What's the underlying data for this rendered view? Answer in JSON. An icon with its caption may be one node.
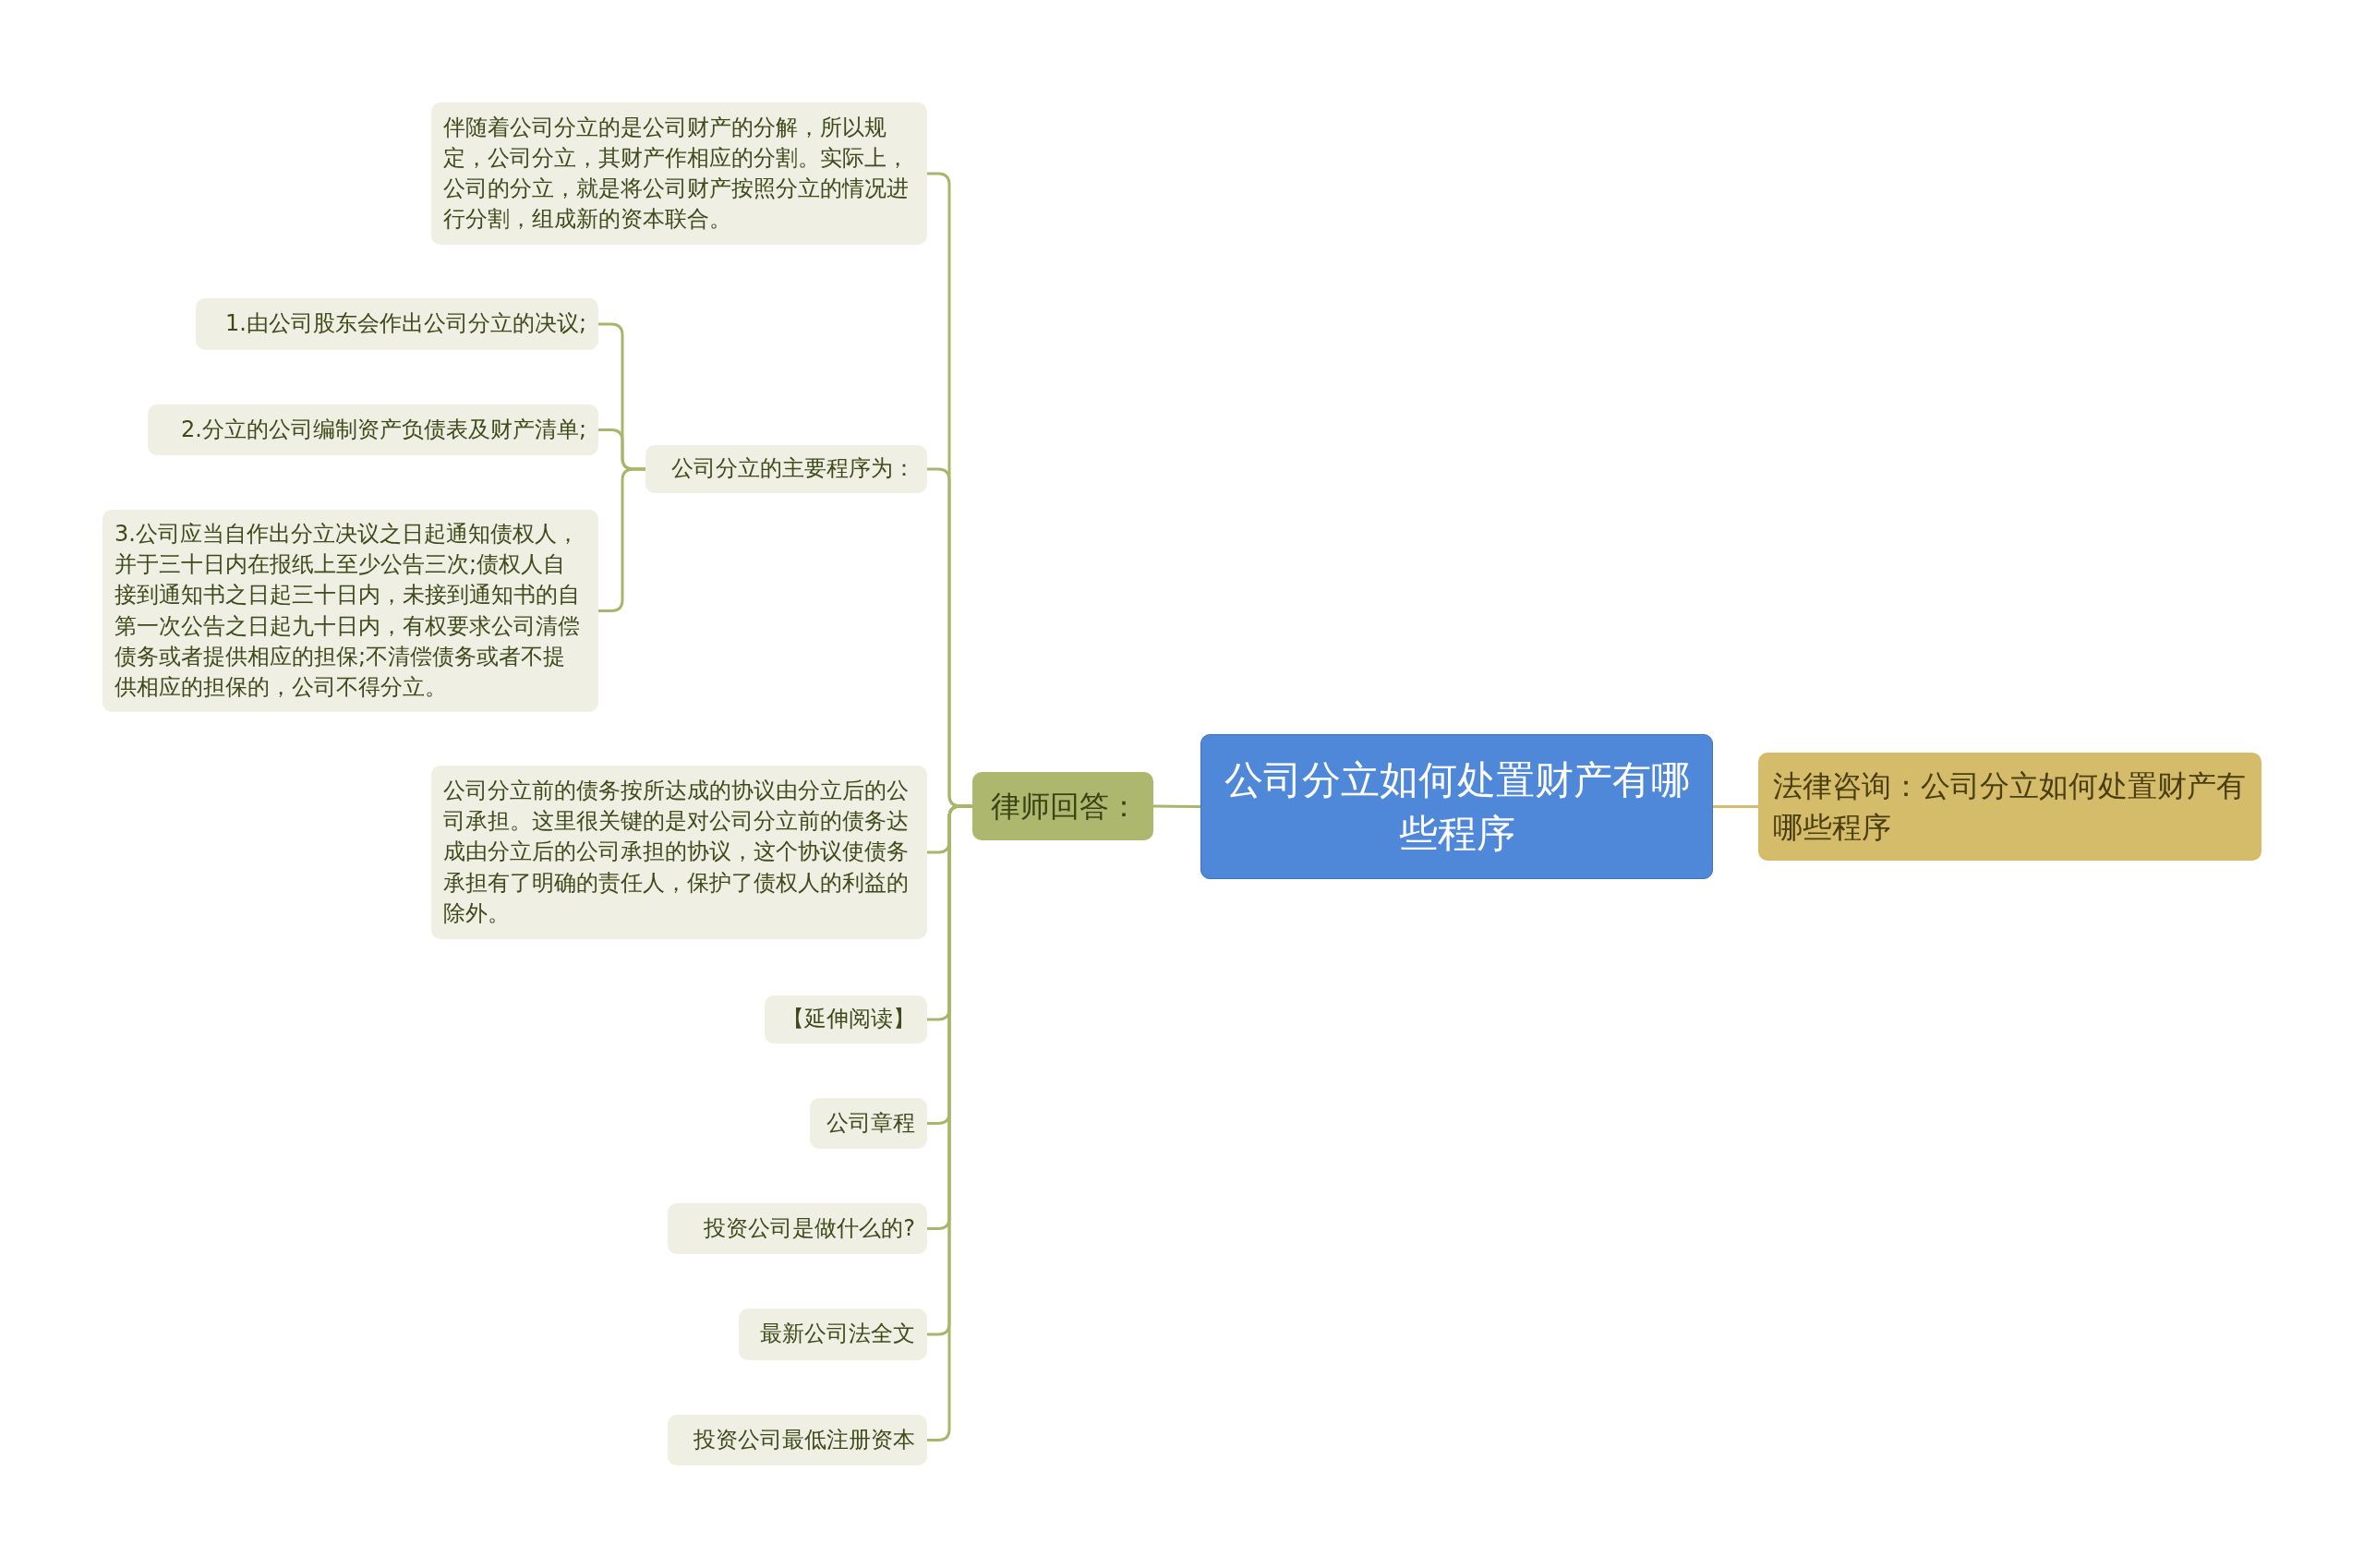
{
  "diagram": {
    "nodes": [
      {
        "text": [
          "公司分立如何处置财产有哪些程序"
        ]
      },
      {
        "text": [
          "法律咨询：公司分立如何处置财产有哪些程序"
        ]
      },
      {
        "text": [
          "律师回答："
        ]
      },
      {
        "text": [
          "伴随着公司分立的是公司财产的分解，所以规定，公司分立，其财产作相应的分割。实际上，公司的分立，就是将公司财产按照分立的情况进行分割，组成新的资本联合。"
        ]
      },
      {
        "text": [
          "公司分立的主要程序为："
        ]
      },
      {
        "text": [
          "1.由公司股东会作出公司分立的决议;"
        ]
      },
      {
        "text": [
          "2.分立的公司编制资产负债表及财产清单;"
        ]
      },
      {
        "text": [
          "3.公司应当自作出分立决议之日起通知债权人，并于三十日内在报纸上至少公告三次;债权人自接到通知书之日起三十日内，未接到通知书的自第一次公告之日起九十日内，有权要求公司清偿债务或者提供相应的担保;不清偿债务或者不提供相应的担保的，公司不得分立。"
        ]
      },
      {
        "text": [
          "公司分立前的债务按所达成的协议由分立后的公司承担。这里很关键的是对公司分立前的债务达成由分立后的公司承担的协议，这个协议使债务承担有了明确的责任人，保护了债权人的利益的除外。"
        ]
      },
      {
        "text": [
          "【延伸阅读】"
        ]
      },
      {
        "text": [
          "公司章程"
        ]
      },
      {
        "text": [
          "投资公司是做什么的?"
        ]
      },
      {
        "text": [
          "最新公司法全文"
        ]
      },
      {
        "text": [
          "投资公司最低注册资本"
        ]
      }
    ],
    "edges": [
      {
        "from": 0,
        "to": 1,
        "arrow": "none",
        "color": "#d4bc6b"
      },
      {
        "from": 0,
        "to": 2,
        "arrow": "none"
      },
      {
        "from": 2,
        "to": 3,
        "arrow": "none"
      },
      {
        "from": 2,
        "to": 4,
        "arrow": "none"
      },
      {
        "from": 4,
        "to": 5,
        "arrow": "none"
      },
      {
        "from": 4,
        "to": 6,
        "arrow": "none"
      },
      {
        "from": 4,
        "to": 7,
        "arrow": "none"
      },
      {
        "from": 2,
        "to": 8,
        "arrow": "none"
      },
      {
        "from": 2,
        "to": 9,
        "arrow": "none"
      },
      {
        "from": 2,
        "to": 10,
        "arrow": "none"
      },
      {
        "from": 2,
        "to": 11,
        "arrow": "none"
      },
      {
        "from": 2,
        "to": 12,
        "arrow": "none"
      },
      {
        "from": 2,
        "to": 13,
        "arrow": "none"
      }
    ]
  }
}
